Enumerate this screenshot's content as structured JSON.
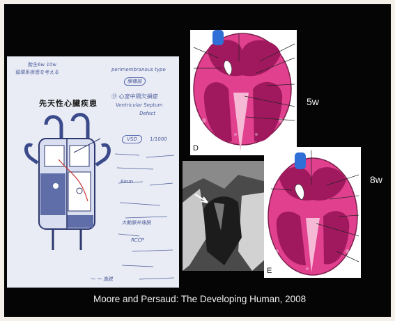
{
  "notes": {
    "title": "先天性心臓疾患",
    "lines": [
      "胎生6w 10w",
      "循環系疾患を考える",
      "perimembranous type",
      "膜様部",
      "⑪ 心室中隔欠損症",
      "Ventricular Septum",
      "Defect",
      "VSD",
      "1/1000",
      "6mm",
      "RCCP",
      "大動脈弁逸脱",
      "～ ～ 逸脱"
    ]
  },
  "panels": {
    "upper_letter": "D",
    "lower_letter": "E"
  },
  "stages": {
    "upper": "5w",
    "lower": "8w"
  },
  "caption": "Moore and Persaud: The Developing Human, 2008",
  "colors": {
    "background": "#050505",
    "frame": "#f4efe9",
    "myocardium": "#e0408e",
    "chamber": "#a0195e",
    "vessel": "#2f6fd6"
  }
}
